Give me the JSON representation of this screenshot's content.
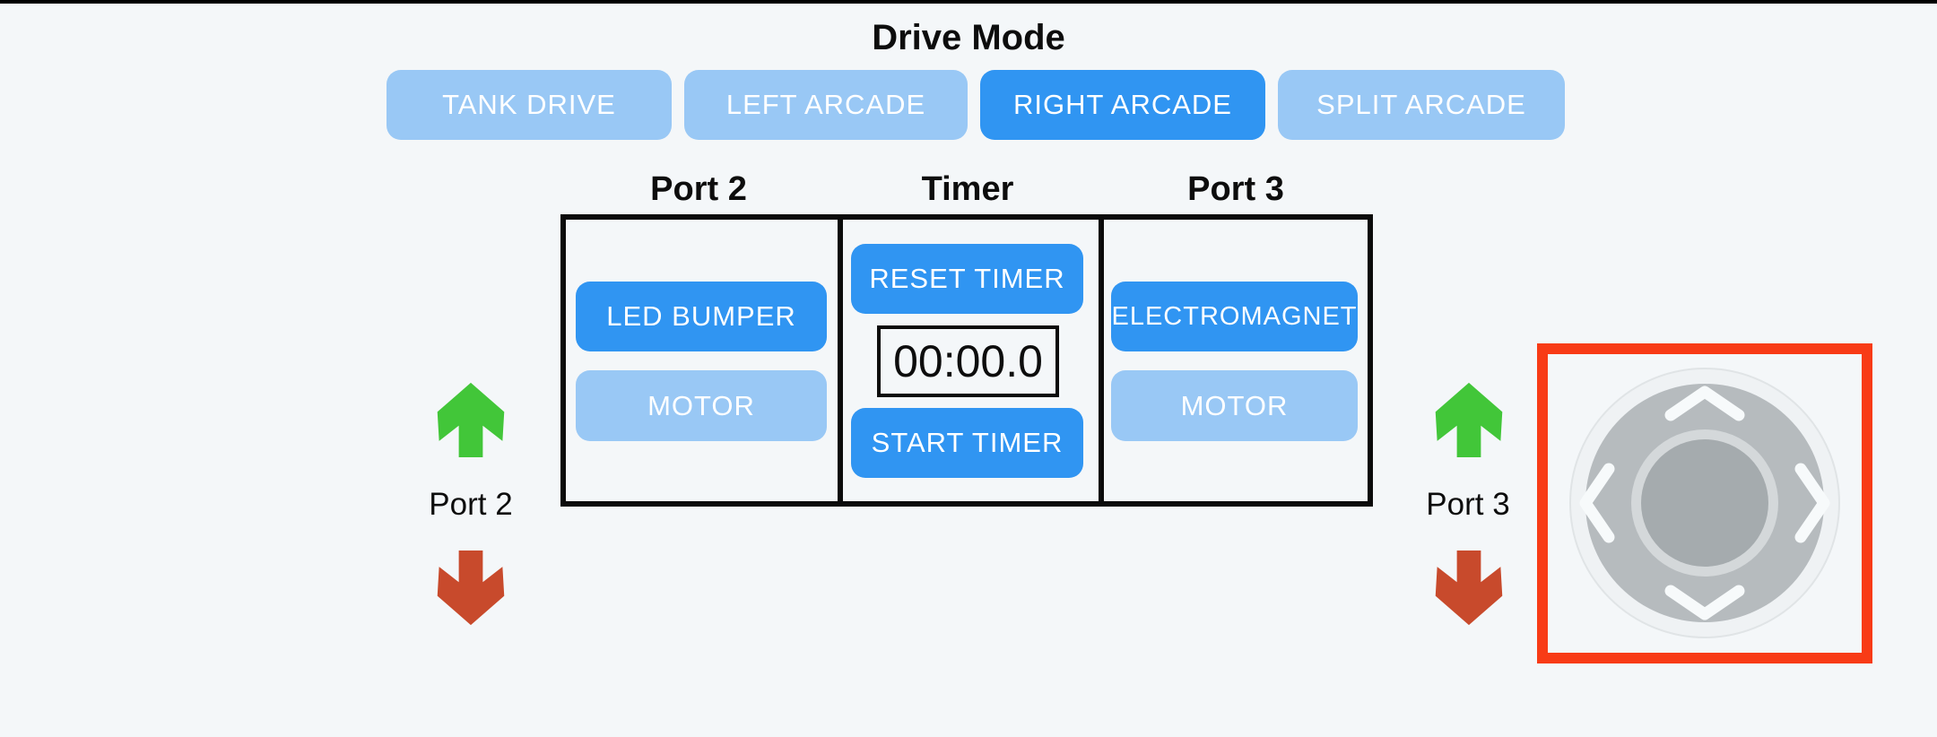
{
  "title": "Drive Mode",
  "drive_mode_buttons": [
    {
      "label": "TANK DRIVE",
      "active": false
    },
    {
      "label": "LEFT ARCADE",
      "active": false
    },
    {
      "label": "RIGHT ARCADE",
      "active": true
    },
    {
      "label": "SPLIT ARCADE",
      "active": false
    }
  ],
  "table": {
    "headers": [
      "Port 2",
      "Timer",
      "Port 3"
    ],
    "port2": {
      "buttons": [
        {
          "label": "LED BUMPER",
          "active": true
        },
        {
          "label": "MOTOR",
          "active": false
        }
      ]
    },
    "timer": {
      "reset_label": "RESET TIMER",
      "display": "00:00.0",
      "start_label": "START TIMER"
    },
    "port3": {
      "buttons": [
        {
          "label": "ELECTROMAGNET",
          "active": true
        },
        {
          "label": "MOTOR",
          "active": false
        }
      ]
    }
  },
  "indicators": {
    "left": {
      "label": "Port 2",
      "up_icon": "green-up-arrow",
      "down_icon": "red-down-arrow"
    },
    "right": {
      "label": "Port 3",
      "up_icon": "green-up-arrow",
      "down_icon": "red-down-arrow"
    }
  },
  "joystick": {
    "chevrons": [
      "up",
      "down",
      "left",
      "right"
    ]
  },
  "colors": {
    "bg": "#f4f7f9",
    "accent": "#3095f2",
    "accent-light": "#99c8f5",
    "green": "#42c639",
    "red": "#c84a2c",
    "joy-red": "#f83b16",
    "donut": "#b6bbbe",
    "ring": "#d4d8da",
    "knob": "#a5abae",
    "circle-light": "#eff2f4",
    "chevron": "#f7fafb"
  }
}
